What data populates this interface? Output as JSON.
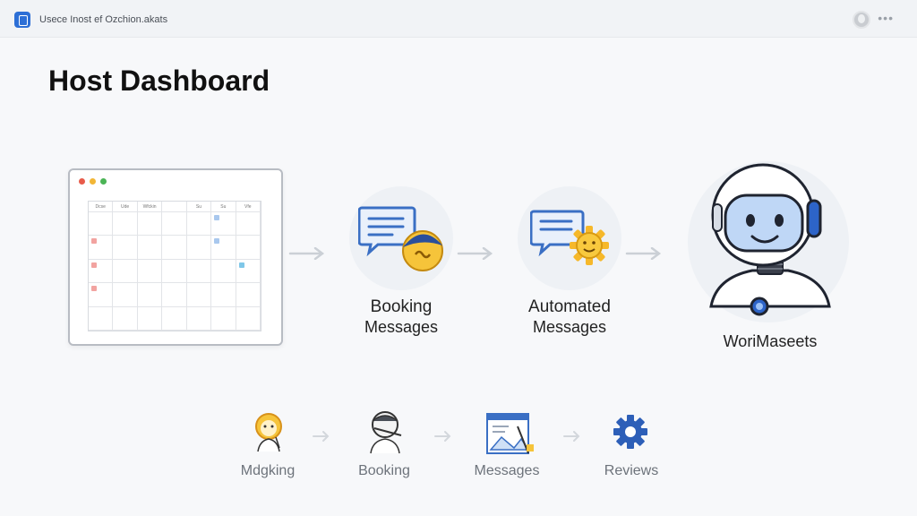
{
  "window": {
    "title": "Usece Inost ef Ozchion.akats"
  },
  "page": {
    "title": "Host Dashboard"
  },
  "calendar": {
    "weekdays": [
      "Dcse",
      "Ude",
      "Wfckin",
      "",
      "Su",
      "Su",
      "Vfe"
    ],
    "dot_colors": [
      "#e85b4a",
      "#f2b636",
      "#4bb455"
    ],
    "marks": [
      {
        "row": 1,
        "col": 0,
        "color": "#f2a3a0"
      },
      {
        "row": 0,
        "col": 5,
        "color": "#a9c8ee"
      },
      {
        "row": 1,
        "col": 5,
        "color": "#a9c8ee"
      },
      {
        "row": 2,
        "col": 0,
        "color": "#f2a3a0"
      },
      {
        "row": 2,
        "col": 6,
        "color": "#7fc7e8"
      },
      {
        "row": 3,
        "col": 0,
        "color": "#f2a3a0"
      }
    ]
  },
  "flow": [
    {
      "id": "booking",
      "line1": "Booking",
      "line2": "Messages"
    },
    {
      "id": "automated",
      "line1": "Automated",
      "line2": "Messages"
    },
    {
      "id": "assistant",
      "line1": "WoriMaseets",
      "line2": ""
    }
  ],
  "bottom": [
    {
      "label": "Mdgking",
      "icon": "person-icon"
    },
    {
      "label": "Booking",
      "icon": "traveler-icon"
    },
    {
      "label": "Messages",
      "icon": "document-icon"
    },
    {
      "label": "Reviews",
      "icon": "gear-icon"
    }
  ],
  "colors": {
    "accent": "#2d6fd6",
    "chat_blue": "#3a6fc4",
    "sun_yellow": "#f6b82a",
    "robot_blue": "#2d64c8"
  }
}
